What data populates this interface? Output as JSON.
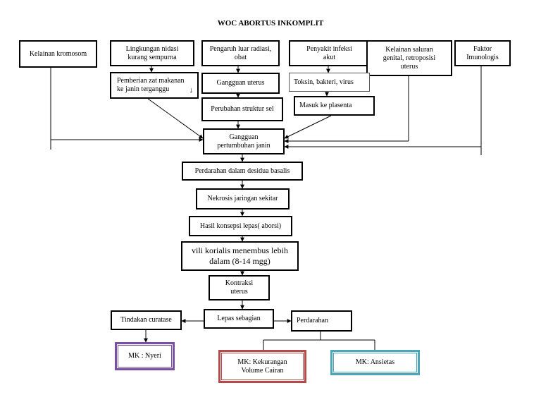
{
  "diagram": {
    "title": "WOC ABORTUS INKOMPLIT",
    "nodes": {
      "kelainan_kromosom": "Kelainan kromosom",
      "lingkungan_nidasi": "Lingkungan nidasi\nkurang sempurna",
      "pengaruh_luar": "Pengaruh luar radiasi,\nobat",
      "penyakit_infeksi": "Penyakit infeksi\nakut",
      "kelainan_saluran": "Kelainan saluran\ngenital, retroposisi\nuterus",
      "faktor_imunologis": "Faktor\nImunologis",
      "pemberian_zat": "Pemberian zat makanan\nke janin terganggu",
      "gangguan_uterus": "Gangguan uterus",
      "toksin": "Toksin, bakteri, virus",
      "perubahan_struktur": "Perubahan struktur sel",
      "masuk_plasenta": "Masuk ke plasenta",
      "gangguan_pertumbuhan": "Gangguan\npertumbuhan janin",
      "perdarahan_desidua": "Perdarahan dalam desidua basalis",
      "nekrosis": "Nekrosis jaringan sekitar",
      "hasil_konsepsi": "Hasil konsepsi lepas( aborsi)",
      "vili_korialis": "vili  korialis menembus lebih\ndalam (8-14 mgg)",
      "kontraksi": "Kontraksi\nuterus",
      "tindakan_curatase": "Tindakan curatase",
      "lepas_sebagian": "Lepas sebagian",
      "perdarahan": "Perdarahan",
      "mk_nyeri": "MK : Nyeri",
      "mk_volume": "MK: Kekurangan\nVolume Cairan",
      "mk_ansietas": "MK: Ansietas"
    },
    "arrow_glyph": "↓"
  }
}
